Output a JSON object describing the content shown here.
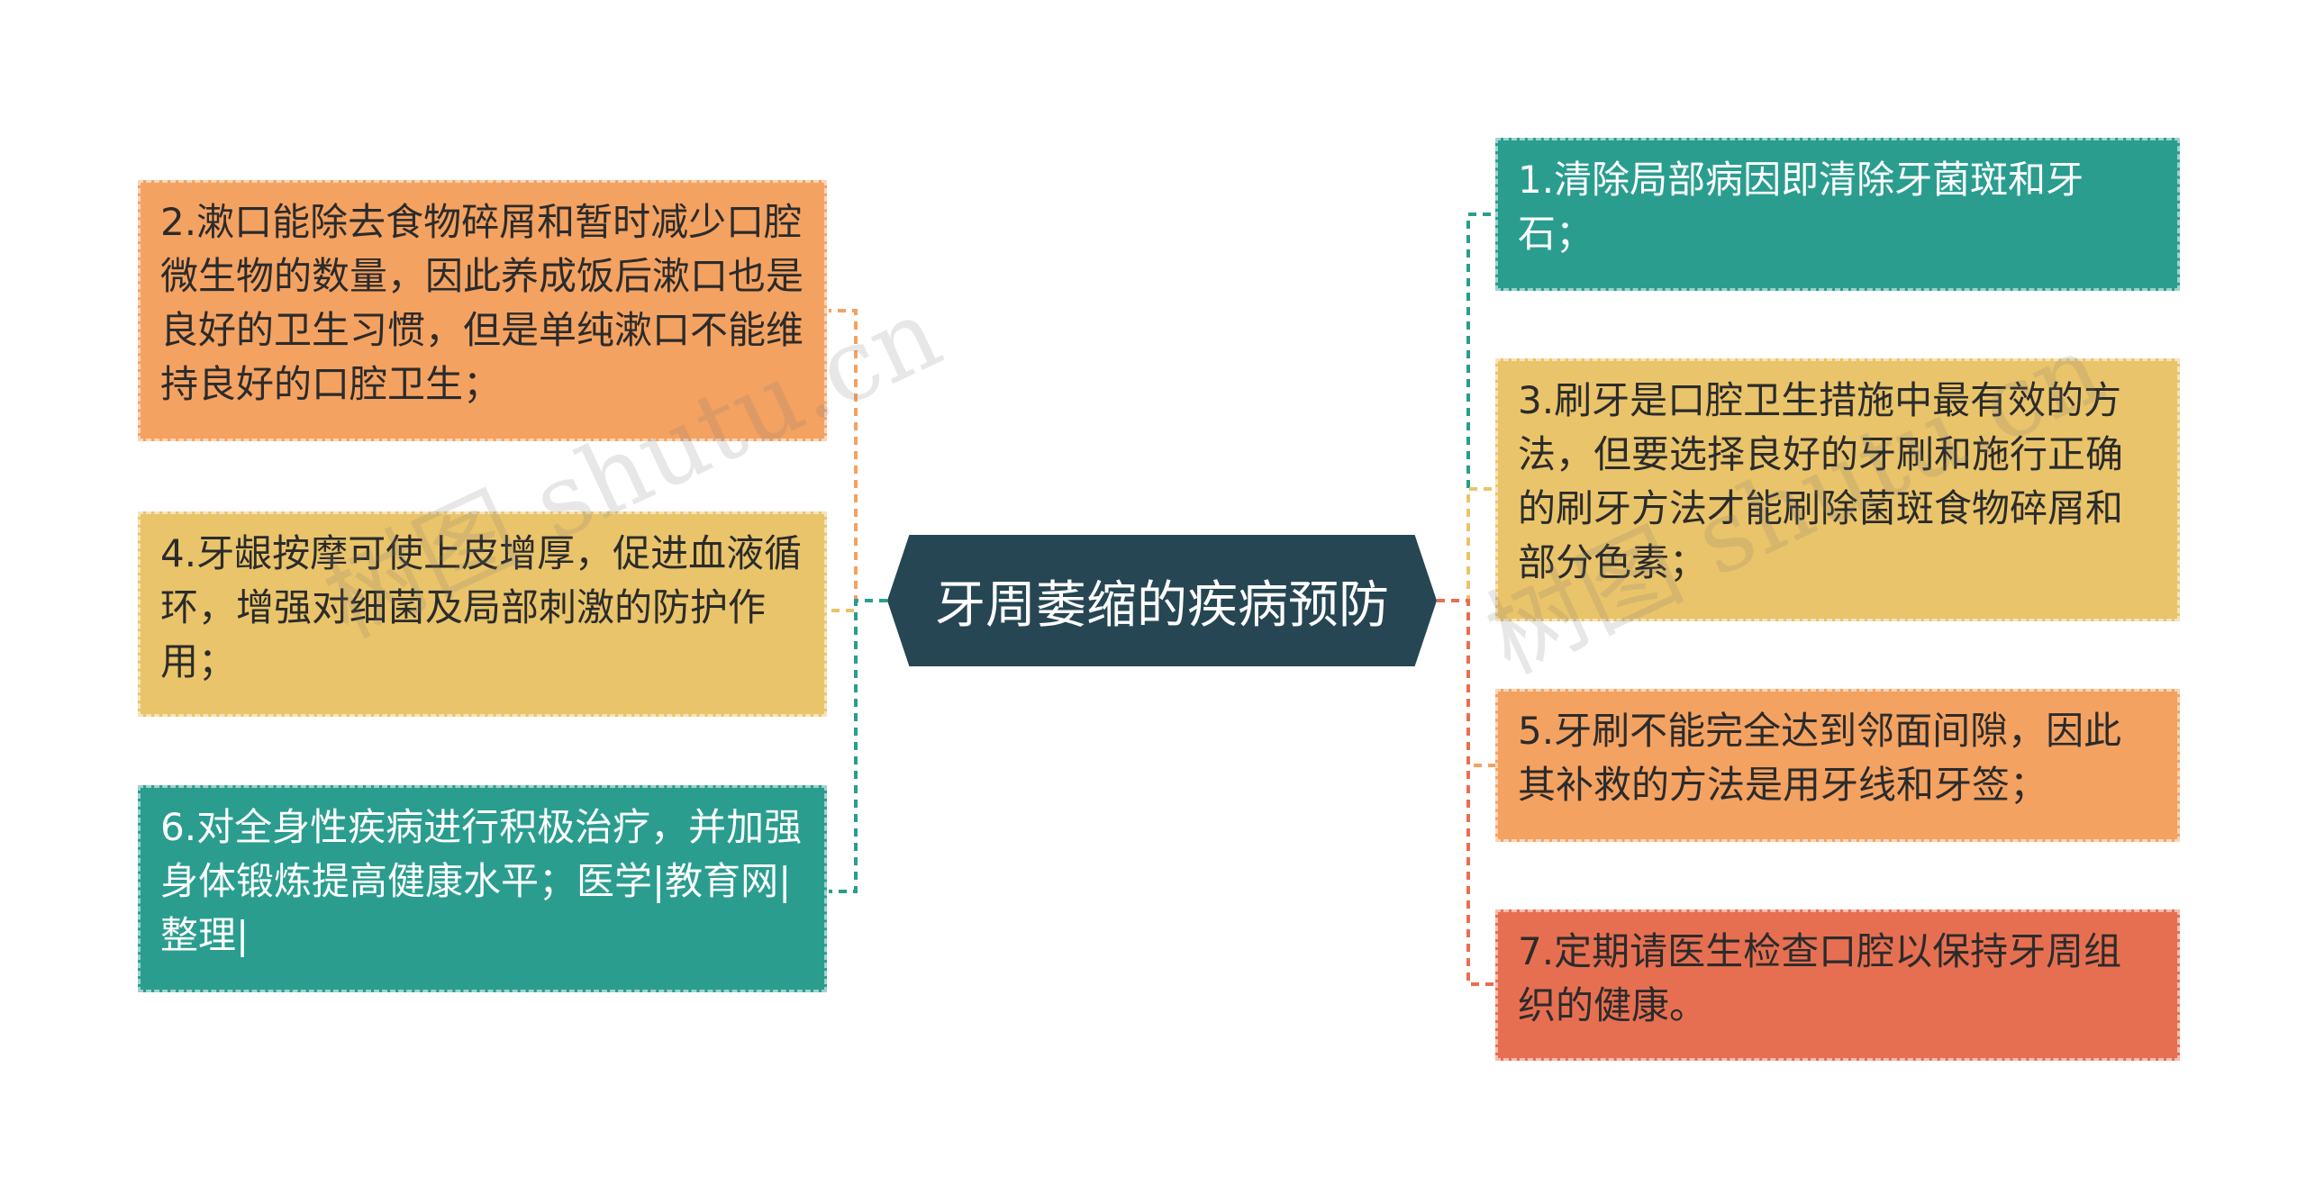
{
  "title": "牙周萎缩的疾病预防",
  "colors": {
    "teal": "#2a9d8f",
    "yellow": "#e9c46a",
    "orange": "#f4a261",
    "red": "#e76f51",
    "dark": "#264653"
  },
  "left_nodes": [
    {
      "text": "2.漱口能除去食物碎屑和暂时减少口腔微生物的数量，因此养成饭后漱口也是良好的卫生习惯，但是单纯漱口不能维持良好的口腔卫生；",
      "color": "orange"
    },
    {
      "text": "4.牙龈按摩可使上皮增厚，促进血液循环，增强对细菌及局部刺激的防护作用；",
      "color": "yellow"
    },
    {
      "text": "6.对全身性疾病进行积极治疗，并加强身体锻炼提高健康水平；医学|教育网|整理|",
      "color": "teal"
    }
  ],
  "right_nodes": [
    {
      "text": "1.清除局部病因即清除牙菌斑和牙石；",
      "color": "teal"
    },
    {
      "text": "3.刷牙是口腔卫生措施中最有效的方法，但要选择良好的牙刷和施行正确的刷牙方法才能刷除菌斑食物碎屑和部分色素；",
      "color": "yellow"
    },
    {
      "text": "5.牙刷不能完全达到邻面间隙，因此其补救的方法是用牙线和牙签；",
      "color": "orange"
    },
    {
      "text": "7.定期请医生检查口腔以保持牙周组织的健康。",
      "color": "red"
    }
  ],
  "watermark": "树图 shutu.cn"
}
